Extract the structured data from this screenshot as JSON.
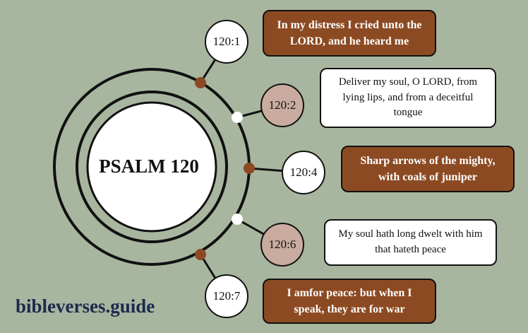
{
  "title": "PSALM 120",
  "colors": {
    "background": "#a9b69f",
    "brown": "#8c4a22",
    "tan": "#c9ac9f",
    "white": "#ffffff",
    "outline": "#111111",
    "brand": "#1c2a4f"
  },
  "verses": [
    {
      "ref": "120:1",
      "text": "In my distress I cried unto the LORD, and he heard me",
      "style": "dark"
    },
    {
      "ref": "120:2",
      "text": "Deliver my soul, O LORD, from lying lips, and from a deceitful tongue",
      "style": "light"
    },
    {
      "ref": "120:4",
      "text": "Sharp arrows of the mighty, with coals of juniper",
      "style": "dark"
    },
    {
      "ref": "120:6",
      "text": "My soul hath long dwelt with him that hateth peace",
      "style": "light"
    },
    {
      "ref": "120:7",
      "text": "I amfor peace: but when I speak, they are for war",
      "style": "dark"
    }
  ],
  "brand": "bibleverses.guide"
}
